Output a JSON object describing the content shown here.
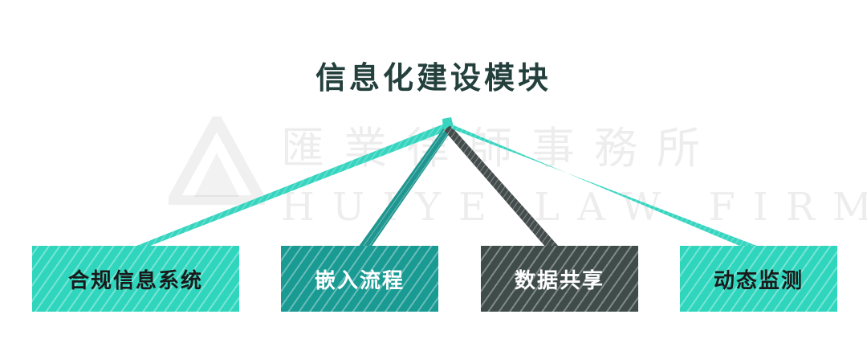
{
  "title": "信息化建设模块",
  "watermark": {
    "chinese": "匯業律師事務所",
    "english": "HUIYE LAW FIRM"
  },
  "nodes": [
    {
      "label": "合规信息系统",
      "color": "#2fd6bd",
      "text_color": "#1a1a1a"
    },
    {
      "label": "嵌入流程",
      "color": "#199a93",
      "text_color": "#ffffff"
    },
    {
      "label": "数据共享",
      "color": "#3f4c4a",
      "text_color": "#ffffff"
    },
    {
      "label": "动态监测",
      "color": "#2fd6bd",
      "text_color": "#1a1a1a"
    }
  ],
  "colors": {
    "title": "#23403d",
    "link_light": "#37d5c0",
    "link_mid": "#1f968f",
    "link_dark": "#444d4c"
  }
}
